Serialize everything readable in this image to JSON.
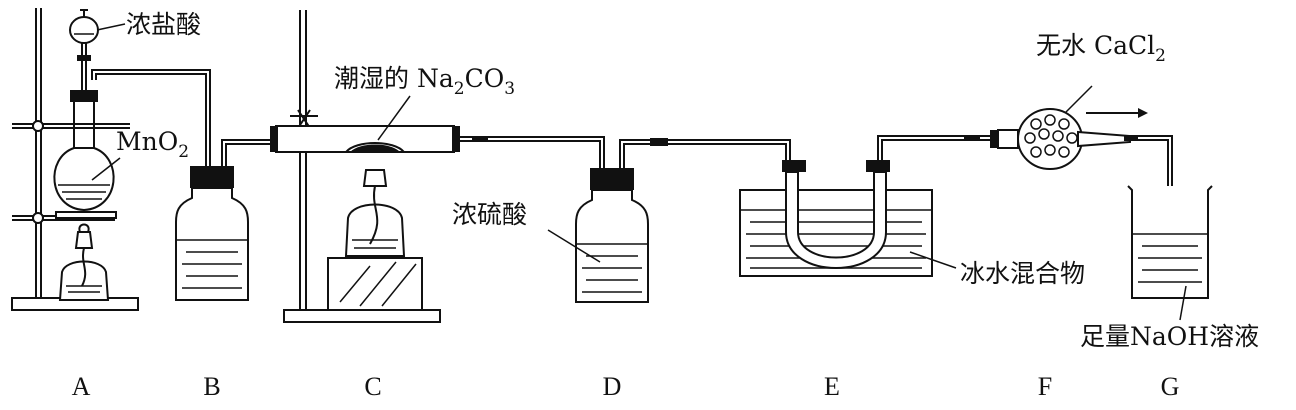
{
  "labels": {
    "conc_hcl": "浓盐酸",
    "mno2_main": "MnO",
    "mno2_sub": "2",
    "moist_main": "潮湿的 Na",
    "moist_sub1": "2",
    "moist_mid": "CO",
    "moist_sub2": "3",
    "conc_h2so4": "浓硫酸",
    "ice_water": "冰水混合物",
    "cacl2_main": "无水 CaCl",
    "cacl2_sub": "2",
    "naoh": "足量NaOH溶液"
  },
  "apparatus_letters": [
    "A",
    "B",
    "C",
    "D",
    "E",
    "F",
    "G"
  ],
  "gas_flow_arrow": "right-arrow-icon"
}
